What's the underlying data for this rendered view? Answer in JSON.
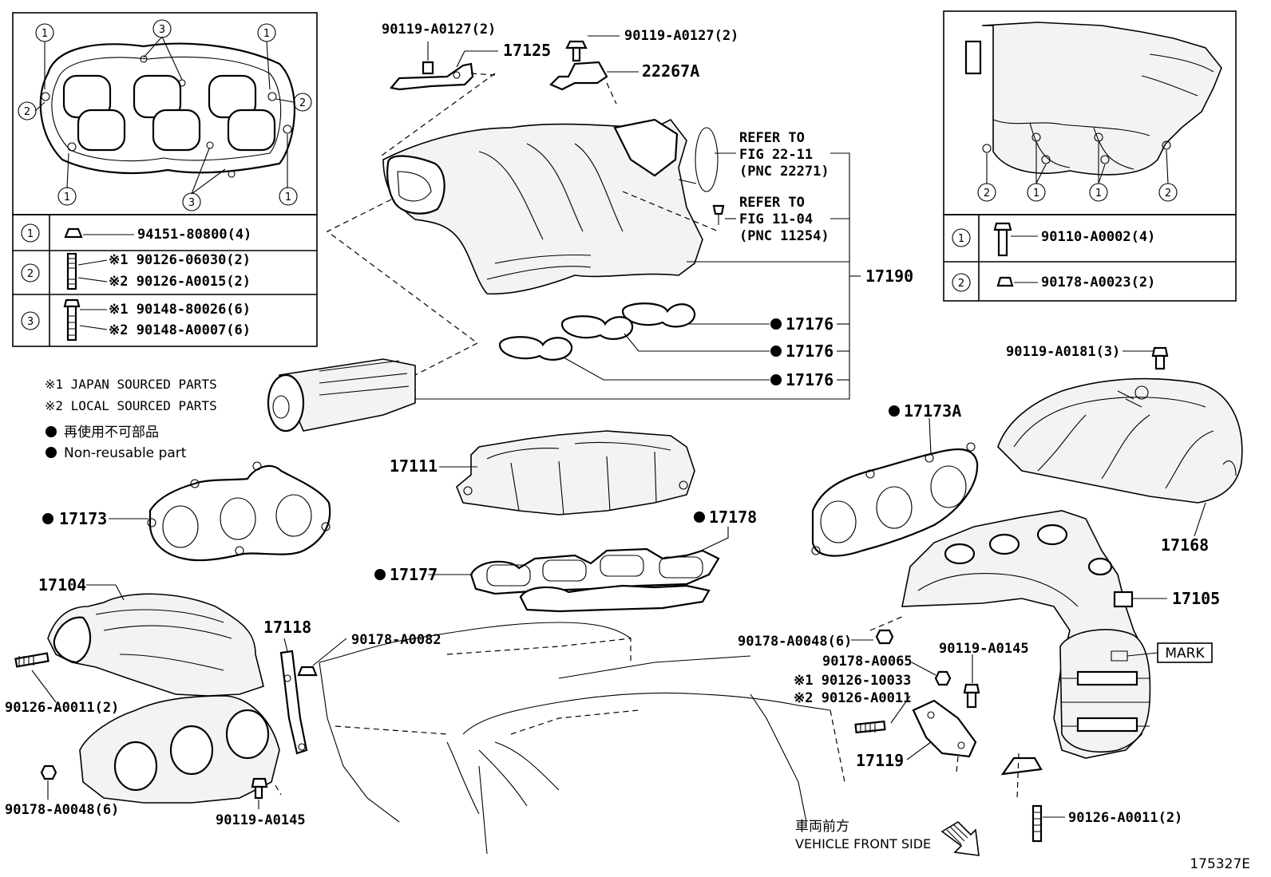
{
  "figure_id": "175327E",
  "front": {
    "jp": "車両前方",
    "en": "VEHICLE FRONT SIDE"
  },
  "legend": {
    "jp_sourced": "※1 JAPAN SOURCED PARTS",
    "local_sourced": "※2 LOCAL SOURCED PARTS",
    "non_reuse_jp": "再使用不可部品",
    "non_reuse_en": "Non-reusable part"
  },
  "left_table": {
    "rows": [
      {
        "key": "1",
        "l1": "94151-80800(4)",
        "l2": ""
      },
      {
        "key": "2",
        "l1": "※1 90126-06030(2)",
        "l2": "※2 90126-A0015(2)"
      },
      {
        "key": "3",
        "l1": "※1 90148-80026(6)",
        "l2": "※2 90148-A0007(6)"
      }
    ]
  },
  "right_table": {
    "rows": [
      {
        "key": "1",
        "l1": "90110-A0002(4)"
      },
      {
        "key": "2",
        "l1": "90178-A0023(2)"
      }
    ]
  },
  "callout_marks": {
    "one": "1",
    "two": "2",
    "three": "3"
  },
  "labels": {
    "p90119a0127a": "90119-A0127(2)",
    "p17125": "17125",
    "p90119a0127b": "90119-A0127(2)",
    "p22267a": "22267A",
    "refer1_a": "REFER TO",
    "refer1_b": "FIG 22-11",
    "refer1_c": "(PNC 22271)",
    "refer2_a": "REFER TO",
    "refer2_b": "FIG 11-04",
    "refer2_c": "(PNC 11254)",
    "p17190": "17190",
    "p17176a": "17176",
    "p17176b": "17176",
    "p17176c": "17176",
    "p90119a0181": "90119-A0181(3)",
    "p17173a": "17173A",
    "p17168": "17168",
    "p17111": "17111",
    "p17178": "17178",
    "p17177": "17177",
    "p17173": "17173",
    "p17104": "17104",
    "p17118": "17118",
    "p90178a0082": "90178-A0082",
    "p90126a0011a": "90126-A0011(2)",
    "p90178a0048a": "90178-A0048(6)",
    "p90119a0145a": "90119-A0145",
    "p17105": "17105",
    "mark": "MARK",
    "p90178a0048b": "90178-A0048(6)",
    "p90178a0065": "90178-A0065",
    "p90126_10033": "※1 90126-10033",
    "p90126a0011b": "※2 90126-A0011",
    "p90119a0145b": "90119-A0145",
    "p17119": "17119",
    "p90126a0011c": "90126-A0011(2)"
  }
}
